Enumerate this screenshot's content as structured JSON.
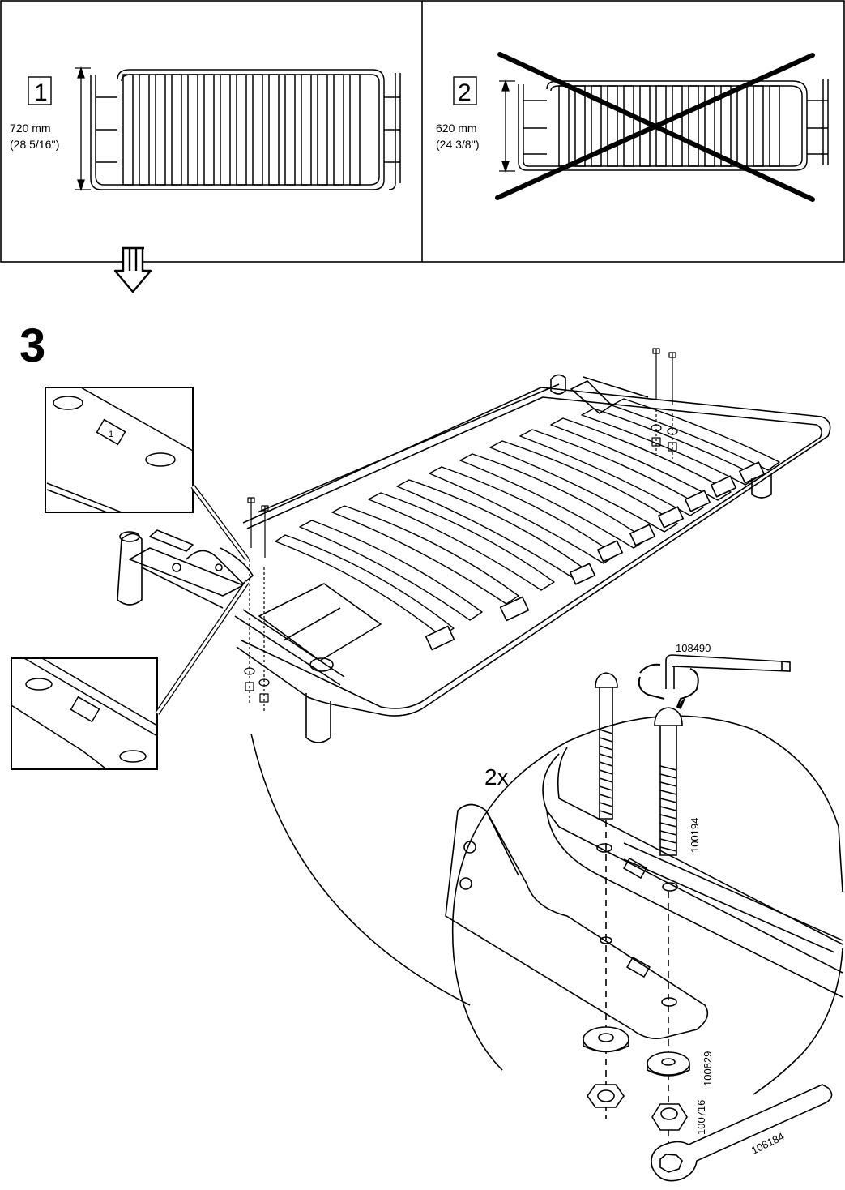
{
  "panel_1": {
    "number": "1",
    "measure_mm": "720 mm",
    "measure_in": "(28 5/16'')"
  },
  "panel_2": {
    "number": "2",
    "measure_mm": "620 mm",
    "measure_in": "(24 3/8'')"
  },
  "step": {
    "number": "3"
  },
  "detail": {
    "quantity": "2x",
    "part_hex_key": "108490",
    "part_bolt": "100194",
    "part_washer": "100829",
    "part_nut": "100716",
    "part_wrench": "108184"
  },
  "inset_marker_label": "1"
}
